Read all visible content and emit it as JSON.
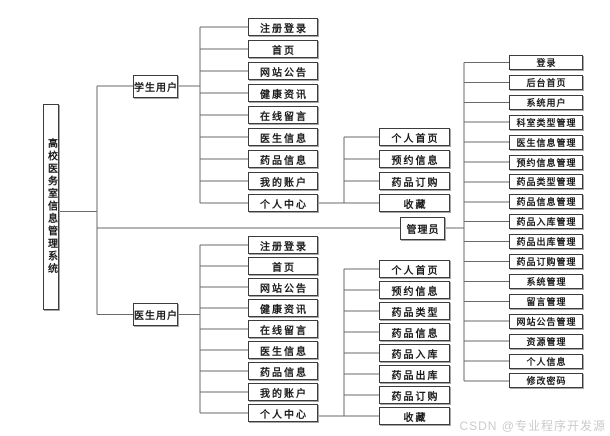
{
  "root": {
    "label": "高校医务室信息管理系统"
  },
  "groups": [
    {
      "label": "学生用户",
      "children": [
        "注册登录",
        "首页",
        "网站公告",
        "健康资讯",
        "在线留言",
        "医生信息",
        "药品信息",
        "我的账户",
        "个人中心"
      ],
      "sub_parent": "个人中心",
      "subchildren": [
        "个人首页",
        "预约信息",
        "药品订购",
        "收藏"
      ]
    },
    {
      "label": "医生用户",
      "children": [
        "注册登录",
        "首页",
        "网站公告",
        "健康资讯",
        "在线留言",
        "医生信息",
        "药品信息",
        "我的账户",
        "个人中心"
      ],
      "sub_parent": "个人中心",
      "subchildren": [
        "个人首页",
        "预约信息",
        "药品类型",
        "药品信息",
        "药品入库",
        "药品出库",
        "药品订购",
        "收藏"
      ]
    },
    {
      "label": "管理员",
      "children": [
        "登录",
        "后台首页",
        "系统用户",
        "科室类型管理",
        "医生信息管理",
        "预约信息管理",
        "药品类型管理",
        "药品信息管理",
        "药品入库管理",
        "药品出库管理",
        "药品订购管理",
        "系统管理",
        "留言管理",
        "网站公告管理",
        "资源管理",
        "个人信息",
        "修改密码"
      ]
    }
  ],
  "watermark": "CSDN @专业程序开发源",
  "colors": {
    "line": "#6b6b6b",
    "node_border": "#3c3c3c",
    "node_shadow": "#a6a6a6",
    "text": "#1a1a1a",
    "watermark": "#c9cdc9",
    "background": "#ffffff"
  }
}
